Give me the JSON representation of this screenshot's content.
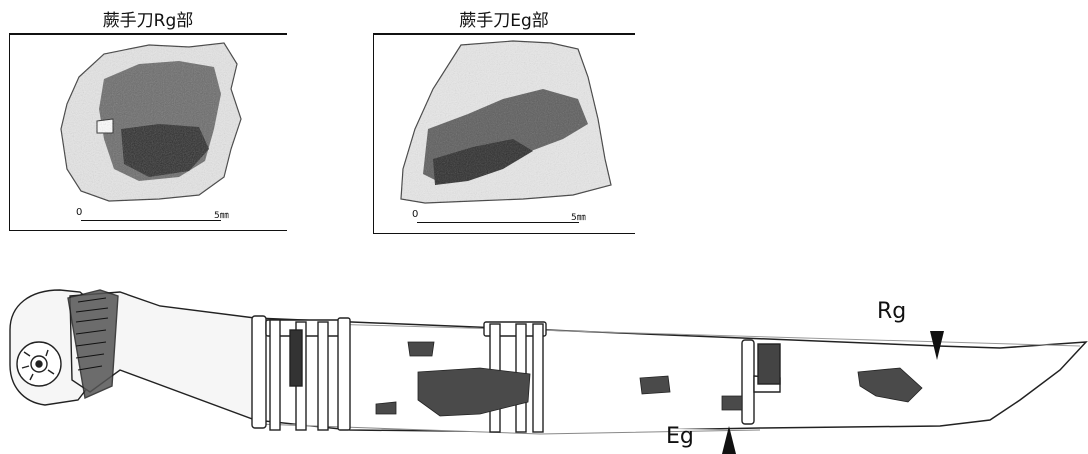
{
  "figures": {
    "rg_panel": {
      "title": "蕨手刀Rg部",
      "scale_start": "0",
      "scale_end": "5㎜"
    },
    "eg_panel": {
      "title": "蕨手刀Eg部",
      "scale_start": "0",
      "scale_end": "5㎜"
    }
  },
  "drawing": {
    "rg_marker": "Rg",
    "eg_marker": "Eg"
  }
}
